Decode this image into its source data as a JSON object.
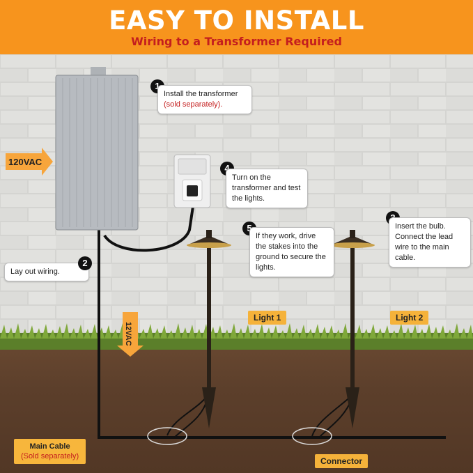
{
  "header": {
    "title": "EASY TO INSTALL",
    "subtitle": "Wiring to a Transformer Required"
  },
  "steps": [
    {
      "number": "1",
      "text": "Install the transformer",
      "note": "(sold separately)."
    },
    {
      "number": "2",
      "text": "Lay out wiring."
    },
    {
      "number": "3",
      "text": "Insert the bulb. Connect the lead wire to the main cable."
    },
    {
      "number": "4",
      "text": "Turn on the transformer and test the lights."
    },
    {
      "number": "5",
      "text": "If they work, drive the stakes into the ground to secure the lights."
    }
  ],
  "labels": {
    "input_voltage": "120VAC",
    "output_voltage": "12VAC",
    "light1": "Light 1",
    "light2": "Light 2",
    "main_cable": "Main Cable",
    "main_cable_note": "(Sold separately)",
    "connector": "Connector"
  },
  "colors": {
    "accent": "#f7941d",
    "red_text": "#c41e1e",
    "ground": "#5c3f2b",
    "wall": "#d9d9d6"
  }
}
